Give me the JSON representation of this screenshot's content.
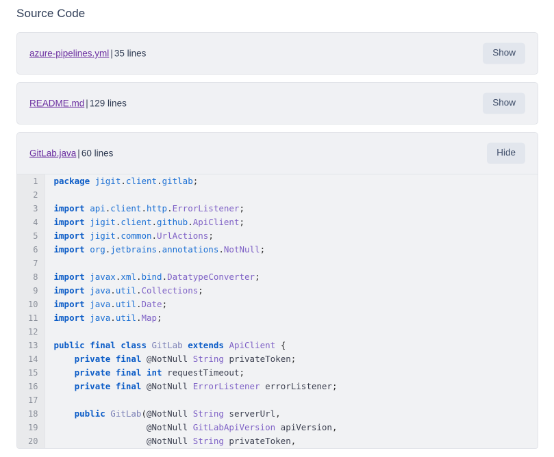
{
  "page": {
    "title": "Source Code"
  },
  "files": [
    {
      "name": "azure-pipelines.yml",
      "separator": "|",
      "lines_label": "35 lines",
      "toggle_label": "Show",
      "expanded": false
    },
    {
      "name": "README.md",
      "separator": "|",
      "lines_label": "129 lines",
      "toggle_label": "Show",
      "expanded": false
    },
    {
      "name": "GitLab.java",
      "separator": "|",
      "lines_label": "60 lines",
      "toggle_label": "Hide",
      "expanded": true
    }
  ],
  "code": {
    "language": "java",
    "first_line": 1,
    "lines": [
      {
        "n": 1,
        "tokens": [
          {
            "t": "kw",
            "v": "package"
          },
          {
            "t": "plain",
            "v": " "
          },
          {
            "t": "pkg",
            "v": "jigit"
          },
          {
            "t": "punc",
            "v": "."
          },
          {
            "t": "pkg",
            "v": "client"
          },
          {
            "t": "punc",
            "v": "."
          },
          {
            "t": "pkg",
            "v": "gitlab"
          },
          {
            "t": "punc",
            "v": ";"
          }
        ]
      },
      {
        "n": 2,
        "tokens": []
      },
      {
        "n": 3,
        "tokens": [
          {
            "t": "kw",
            "v": "import"
          },
          {
            "t": "plain",
            "v": " "
          },
          {
            "t": "pkg",
            "v": "api"
          },
          {
            "t": "punc",
            "v": "."
          },
          {
            "t": "pkg",
            "v": "client"
          },
          {
            "t": "punc",
            "v": "."
          },
          {
            "t": "pkg",
            "v": "http"
          },
          {
            "t": "punc",
            "v": "."
          },
          {
            "t": "type",
            "v": "ErrorListener"
          },
          {
            "t": "punc",
            "v": ";"
          }
        ]
      },
      {
        "n": 4,
        "tokens": [
          {
            "t": "kw",
            "v": "import"
          },
          {
            "t": "plain",
            "v": " "
          },
          {
            "t": "pkg",
            "v": "jigit"
          },
          {
            "t": "punc",
            "v": "."
          },
          {
            "t": "pkg",
            "v": "client"
          },
          {
            "t": "punc",
            "v": "."
          },
          {
            "t": "pkg",
            "v": "github"
          },
          {
            "t": "punc",
            "v": "."
          },
          {
            "t": "type",
            "v": "ApiClient"
          },
          {
            "t": "punc",
            "v": ";"
          }
        ]
      },
      {
        "n": 5,
        "tokens": [
          {
            "t": "kw",
            "v": "import"
          },
          {
            "t": "plain",
            "v": " "
          },
          {
            "t": "pkg",
            "v": "jigit"
          },
          {
            "t": "punc",
            "v": "."
          },
          {
            "t": "pkg",
            "v": "common"
          },
          {
            "t": "punc",
            "v": "."
          },
          {
            "t": "type",
            "v": "UrlActions"
          },
          {
            "t": "punc",
            "v": ";"
          }
        ]
      },
      {
        "n": 6,
        "tokens": [
          {
            "t": "kw",
            "v": "import"
          },
          {
            "t": "plain",
            "v": " "
          },
          {
            "t": "pkg",
            "v": "org"
          },
          {
            "t": "punc",
            "v": "."
          },
          {
            "t": "pkg",
            "v": "jetbrains"
          },
          {
            "t": "punc",
            "v": "."
          },
          {
            "t": "pkg",
            "v": "annotations"
          },
          {
            "t": "punc",
            "v": "."
          },
          {
            "t": "type",
            "v": "NotNull"
          },
          {
            "t": "punc",
            "v": ";"
          }
        ]
      },
      {
        "n": 7,
        "tokens": []
      },
      {
        "n": 8,
        "tokens": [
          {
            "t": "kw",
            "v": "import"
          },
          {
            "t": "plain",
            "v": " "
          },
          {
            "t": "pkg",
            "v": "javax"
          },
          {
            "t": "punc",
            "v": "."
          },
          {
            "t": "pkg",
            "v": "xml"
          },
          {
            "t": "punc",
            "v": "."
          },
          {
            "t": "pkg",
            "v": "bind"
          },
          {
            "t": "punc",
            "v": "."
          },
          {
            "t": "type",
            "v": "DatatypeConverter"
          },
          {
            "t": "punc",
            "v": ";"
          }
        ]
      },
      {
        "n": 9,
        "tokens": [
          {
            "t": "kw",
            "v": "import"
          },
          {
            "t": "plain",
            "v": " "
          },
          {
            "t": "pkg",
            "v": "java"
          },
          {
            "t": "punc",
            "v": "."
          },
          {
            "t": "pkg",
            "v": "util"
          },
          {
            "t": "punc",
            "v": "."
          },
          {
            "t": "type",
            "v": "Collections"
          },
          {
            "t": "punc",
            "v": ";"
          }
        ]
      },
      {
        "n": 10,
        "tokens": [
          {
            "t": "kw",
            "v": "import"
          },
          {
            "t": "plain",
            "v": " "
          },
          {
            "t": "pkg",
            "v": "java"
          },
          {
            "t": "punc",
            "v": "."
          },
          {
            "t": "pkg",
            "v": "util"
          },
          {
            "t": "punc",
            "v": "."
          },
          {
            "t": "type",
            "v": "Date"
          },
          {
            "t": "punc",
            "v": ";"
          }
        ]
      },
      {
        "n": 11,
        "tokens": [
          {
            "t": "kw",
            "v": "import"
          },
          {
            "t": "plain",
            "v": " "
          },
          {
            "t": "pkg",
            "v": "java"
          },
          {
            "t": "punc",
            "v": "."
          },
          {
            "t": "pkg",
            "v": "util"
          },
          {
            "t": "punc",
            "v": "."
          },
          {
            "t": "type",
            "v": "Map"
          },
          {
            "t": "punc",
            "v": ";"
          }
        ]
      },
      {
        "n": 12,
        "tokens": []
      },
      {
        "n": 13,
        "tokens": [
          {
            "t": "kw",
            "v": "public"
          },
          {
            "t": "plain",
            "v": " "
          },
          {
            "t": "kw",
            "v": "final"
          },
          {
            "t": "plain",
            "v": " "
          },
          {
            "t": "kw",
            "v": "class"
          },
          {
            "t": "plain",
            "v": " "
          },
          {
            "t": "cls",
            "v": "GitLab"
          },
          {
            "t": "plain",
            "v": " "
          },
          {
            "t": "kw",
            "v": "extends"
          },
          {
            "t": "plain",
            "v": " "
          },
          {
            "t": "type",
            "v": "ApiClient"
          },
          {
            "t": "plain",
            "v": " "
          },
          {
            "t": "punc",
            "v": "{"
          }
        ]
      },
      {
        "n": 14,
        "tokens": [
          {
            "t": "plain",
            "v": "    "
          },
          {
            "t": "kw",
            "v": "private"
          },
          {
            "t": "plain",
            "v": " "
          },
          {
            "t": "kw",
            "v": "final"
          },
          {
            "t": "plain",
            "v": " "
          },
          {
            "t": "anno",
            "v": "@NotNull"
          },
          {
            "t": "plain",
            "v": " "
          },
          {
            "t": "type",
            "v": "String"
          },
          {
            "t": "plain",
            "v": " "
          },
          {
            "t": "id",
            "v": "privateToken"
          },
          {
            "t": "punc",
            "v": ";"
          }
        ]
      },
      {
        "n": 15,
        "tokens": [
          {
            "t": "plain",
            "v": "    "
          },
          {
            "t": "kw",
            "v": "private"
          },
          {
            "t": "plain",
            "v": " "
          },
          {
            "t": "kw",
            "v": "final"
          },
          {
            "t": "plain",
            "v": " "
          },
          {
            "t": "kw",
            "v": "int"
          },
          {
            "t": "plain",
            "v": " "
          },
          {
            "t": "id",
            "v": "requestTimeout"
          },
          {
            "t": "punc",
            "v": ";"
          }
        ]
      },
      {
        "n": 16,
        "tokens": [
          {
            "t": "plain",
            "v": "    "
          },
          {
            "t": "kw",
            "v": "private"
          },
          {
            "t": "plain",
            "v": " "
          },
          {
            "t": "kw",
            "v": "final"
          },
          {
            "t": "plain",
            "v": " "
          },
          {
            "t": "anno",
            "v": "@NotNull"
          },
          {
            "t": "plain",
            "v": " "
          },
          {
            "t": "type",
            "v": "ErrorListener"
          },
          {
            "t": "plain",
            "v": " "
          },
          {
            "t": "id",
            "v": "errorListener"
          },
          {
            "t": "punc",
            "v": ";"
          }
        ]
      },
      {
        "n": 17,
        "tokens": []
      },
      {
        "n": 18,
        "tokens": [
          {
            "t": "plain",
            "v": "    "
          },
          {
            "t": "kw",
            "v": "public"
          },
          {
            "t": "plain",
            "v": " "
          },
          {
            "t": "cls",
            "v": "GitLab"
          },
          {
            "t": "punc",
            "v": "("
          },
          {
            "t": "anno",
            "v": "@NotNull"
          },
          {
            "t": "plain",
            "v": " "
          },
          {
            "t": "type",
            "v": "String"
          },
          {
            "t": "plain",
            "v": " "
          },
          {
            "t": "id",
            "v": "serverUrl"
          },
          {
            "t": "punc",
            "v": ","
          }
        ]
      },
      {
        "n": 19,
        "tokens": [
          {
            "t": "plain",
            "v": "                  "
          },
          {
            "t": "anno",
            "v": "@NotNull"
          },
          {
            "t": "plain",
            "v": " "
          },
          {
            "t": "type",
            "v": "GitLabApiVersion"
          },
          {
            "t": "plain",
            "v": " "
          },
          {
            "t": "id",
            "v": "apiVersion"
          },
          {
            "t": "punc",
            "v": ","
          }
        ]
      },
      {
        "n": 20,
        "tokens": [
          {
            "t": "plain",
            "v": "                  "
          },
          {
            "t": "anno",
            "v": "@NotNull"
          },
          {
            "t": "plain",
            "v": " "
          },
          {
            "t": "type",
            "v": "String"
          },
          {
            "t": "plain",
            "v": " "
          },
          {
            "t": "id",
            "v": "privateToken"
          },
          {
            "t": "punc",
            "v": ","
          }
        ]
      }
    ]
  },
  "colors": {
    "page_bg": "#ffffff",
    "card_bg": "#f0f1f4",
    "card_border": "#e1e3e8",
    "button_bg": "#e2e6ed",
    "button_text": "#3b4a66",
    "link": "#6b2fa0",
    "heading": "#2d3b55",
    "code_bg": "#f1f2f4",
    "gutter_bg": "#e9eaec",
    "gutter_text": "#8a8f99",
    "keyword": "#0b5cc7",
    "package": "#1a6fd4",
    "type": "#7f62c6",
    "identifier": "#3b3f4f"
  }
}
